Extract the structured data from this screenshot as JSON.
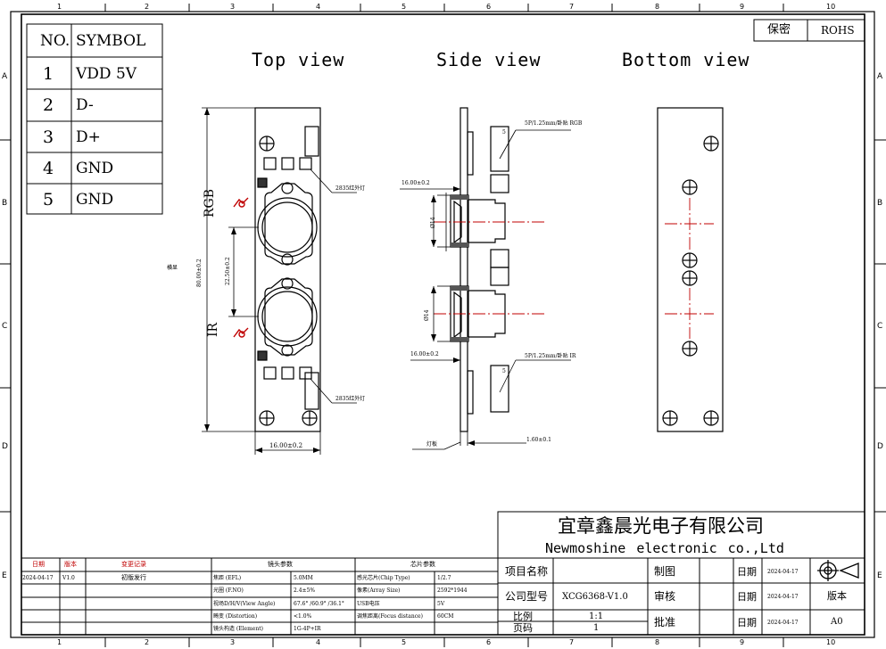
{
  "frame": {
    "col_labels": [
      "1",
      "2",
      "3",
      "4",
      "5",
      "6",
      "7",
      "8",
      "9",
      "10"
    ],
    "row_labels": [
      "A",
      "B",
      "C",
      "D",
      "E"
    ]
  },
  "pin_table": {
    "header_no": "NO.",
    "header_symbol": "SYMBOL",
    "rows": [
      {
        "no": "1",
        "symbol": "VDD 5V"
      },
      {
        "no": "2",
        "symbol": "D-"
      },
      {
        "no": "3",
        "symbol": "D+"
      },
      {
        "no": "4",
        "symbol": "GND"
      },
      {
        "no": "5",
        "symbol": "GND"
      }
    ]
  },
  "secrecy": {
    "label": "保密",
    "value": "ROHS"
  },
  "views": {
    "top": "Top view",
    "side": "Side view",
    "bottom": "Bottom view"
  },
  "top_view": {
    "label_rgb": "RGB",
    "label_ir": "IR",
    "dim_height": "80.00±0.2",
    "dim_pitch": "22.50±0.2",
    "dim_width": "16.00±0.2",
    "callout_led_top": "2835红外灯",
    "callout_led_bottom": "2835红外灯",
    "orientation": "横显"
  },
  "side_view": {
    "callout_conn_top": "5P/1.25mm/卧贴 RGB",
    "callout_conn_bottom": "5P/1.25mm/卧贴 IR",
    "dim_16_top": "16.00±0.2",
    "dim_16_bottom": "16.00±0.2",
    "dia_top": "Ø14",
    "dia_bottom": "Ø14",
    "board_label": "灯板",
    "dim_thickness": "1.60±0.1",
    "conn_pin": "5"
  },
  "company": {
    "cn": "宜章鑫晨光电子有限公司",
    "en": "Newmoshine electronic co.,Ltd"
  },
  "revision": {
    "headers": [
      "日期",
      "版本",
      "变更记录"
    ],
    "row": [
      "2024-04-17",
      "V1.0",
      "初版发行"
    ]
  },
  "lens_params": {
    "title": "镜头参数",
    "rows": [
      [
        "焦距 (EFL)",
        "5.0MM"
      ],
      [
        "光圈 (F.NO)",
        "2.4±5%"
      ],
      [
        "视场D/H/V(View Angle)",
        "67.6° /60.9° /36.1°"
      ],
      [
        "畸变 (Distortion)",
        "<1.0%"
      ],
      [
        "镜头构造 (Element)",
        "1G-4P+IR"
      ]
    ]
  },
  "chip_params": {
    "title": "芯片参数",
    "rows": [
      [
        "感光芯片(Chip Type)",
        "1/2.7"
      ],
      [
        "像素(Array Size)",
        "2592*1944"
      ],
      [
        "USB电压",
        "5V"
      ],
      [
        "调焦距离(Focus distance)",
        "60CM"
      ],
      [
        "",
        ""
      ]
    ]
  },
  "title_block": {
    "project_name": "项目名称",
    "model_label": "公司型号",
    "model_value": "XCG6368-V1.0",
    "scale_label": "比例",
    "scale_value": "1:1",
    "page_label": "页码",
    "page_value": "1",
    "draw": "制图",
    "check": "审核",
    "approve": "批准",
    "date_label": "日期",
    "date_values": [
      "2024-04-17",
      "2024-04-17",
      "2024-04-17"
    ],
    "version_label": "版本",
    "version_value": "A0"
  }
}
